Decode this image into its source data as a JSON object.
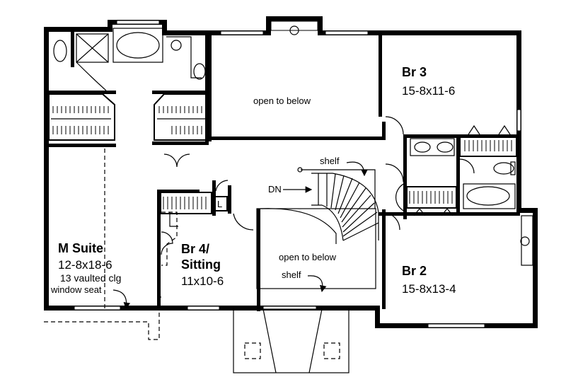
{
  "rooms": {
    "br3": {
      "name": "Br 3",
      "size": "15-8x11-6"
    },
    "br2": {
      "name": "Br 2",
      "size": "15-8x13-4"
    },
    "master": {
      "name": "M Suite",
      "size": "12-8x18-6",
      "note": "13 vaulted clg"
    },
    "br4": {
      "name_line1": "Br 4/",
      "name_line2": "Sitting",
      "size": "11x10-6"
    }
  },
  "labels": {
    "open_upper": "open to below",
    "open_stair": "open to below",
    "shelf_top": "shelf",
    "shelf_bottom": "shelf",
    "dn": "DN",
    "linen": "L",
    "window_seat": "window seat"
  }
}
